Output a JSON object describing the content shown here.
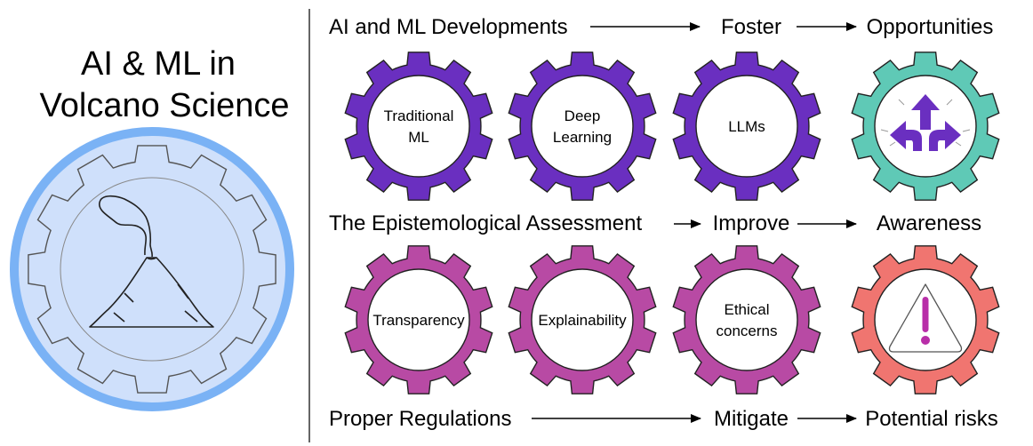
{
  "title": {
    "line1": "AI & ML in",
    "line2": "Volcano Science"
  },
  "rows": [
    {
      "left": "AI and ML Developments",
      "middle": "Foster",
      "right": "Opportunities",
      "gears": [
        "Traditional\nML",
        "Deep\nLearning",
        "LLMs"
      ],
      "gear_color": "#6a2fc0",
      "result_color": "#5fc9b6",
      "result_icon": "three-way-arrows-icon"
    },
    {
      "left": "The Epistemological Assessment",
      "middle": "Improve",
      "right": "Awareness",
      "gears": [
        "Transparency",
        "Explainability",
        "Ethical\nconcerns"
      ],
      "gear_color": "#b84aa4",
      "result_color": "#f07570",
      "result_icon": "warning-icon"
    },
    {
      "left": "Proper Regulations",
      "middle": "Mitigate",
      "right": "Potential risks"
    }
  ],
  "colors": {
    "volcano_ring": "#7ab2f5",
    "volcano_fill": "#cfe0fb",
    "icon_purple": "#6a2fc0",
    "icon_magenta": "#b82ea8"
  }
}
